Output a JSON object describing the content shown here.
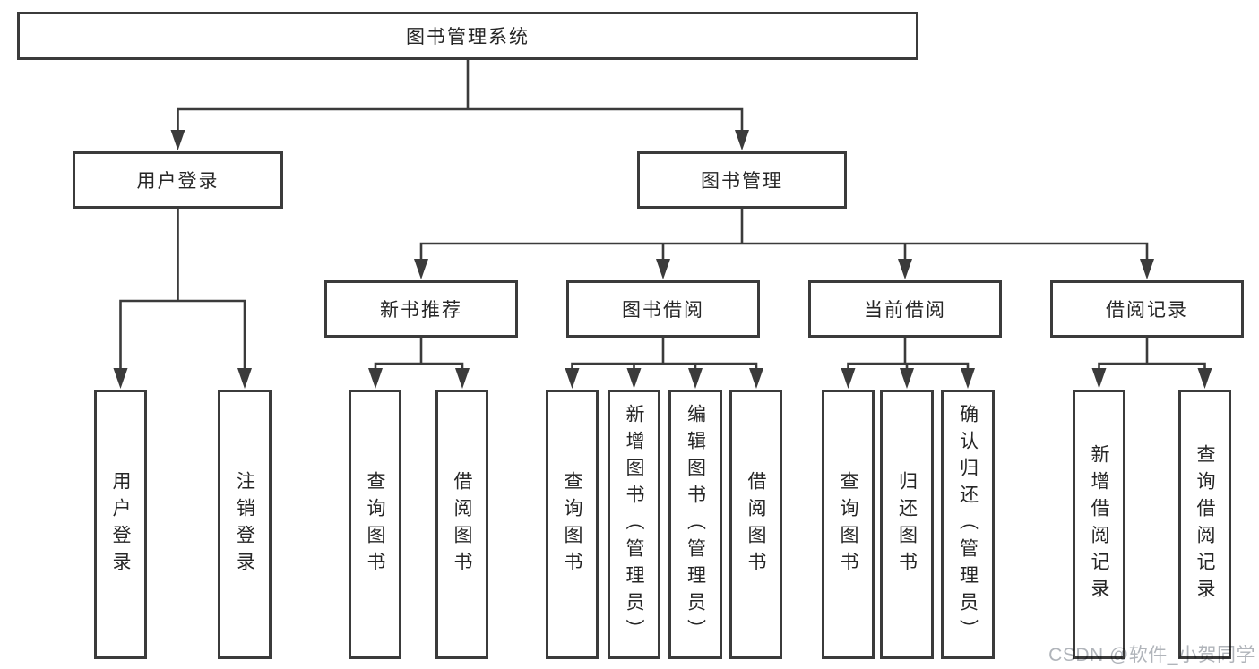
{
  "diagram": {
    "type": "tree",
    "colors": {
      "line": "#3b3b3b",
      "border": "#3b3b3b",
      "text": "#262626",
      "background": "#ffffff",
      "watermark": "#b0b4ba"
    },
    "root": {
      "label": "图书管理系统"
    },
    "branches": [
      {
        "label": "用户登录",
        "children": [
          {
            "label": "用户登录"
          },
          {
            "label": "注销登录"
          }
        ]
      },
      {
        "label": "图书管理",
        "children": [
          {
            "label": "新书推荐",
            "children": [
              {
                "label": "查询图书"
              },
              {
                "label": "借阅图书"
              }
            ]
          },
          {
            "label": "图书借阅",
            "children": [
              {
                "label": "查询图书"
              },
              {
                "label": "新增图书（管理员）"
              },
              {
                "label": "编辑图书（管理员）"
              },
              {
                "label": "借阅图书"
              }
            ]
          },
          {
            "label": "当前借阅",
            "children": [
              {
                "label": "查询图书"
              },
              {
                "label": "归还图书"
              },
              {
                "label": "确认归还（管理员）"
              }
            ]
          },
          {
            "label": "借阅记录",
            "children": [
              {
                "label": "新增借阅记录"
              },
              {
                "label": "查询借阅记录"
              }
            ]
          }
        ]
      }
    ]
  },
  "watermark": {
    "text": "CSDN @软件_小贺同学"
  }
}
